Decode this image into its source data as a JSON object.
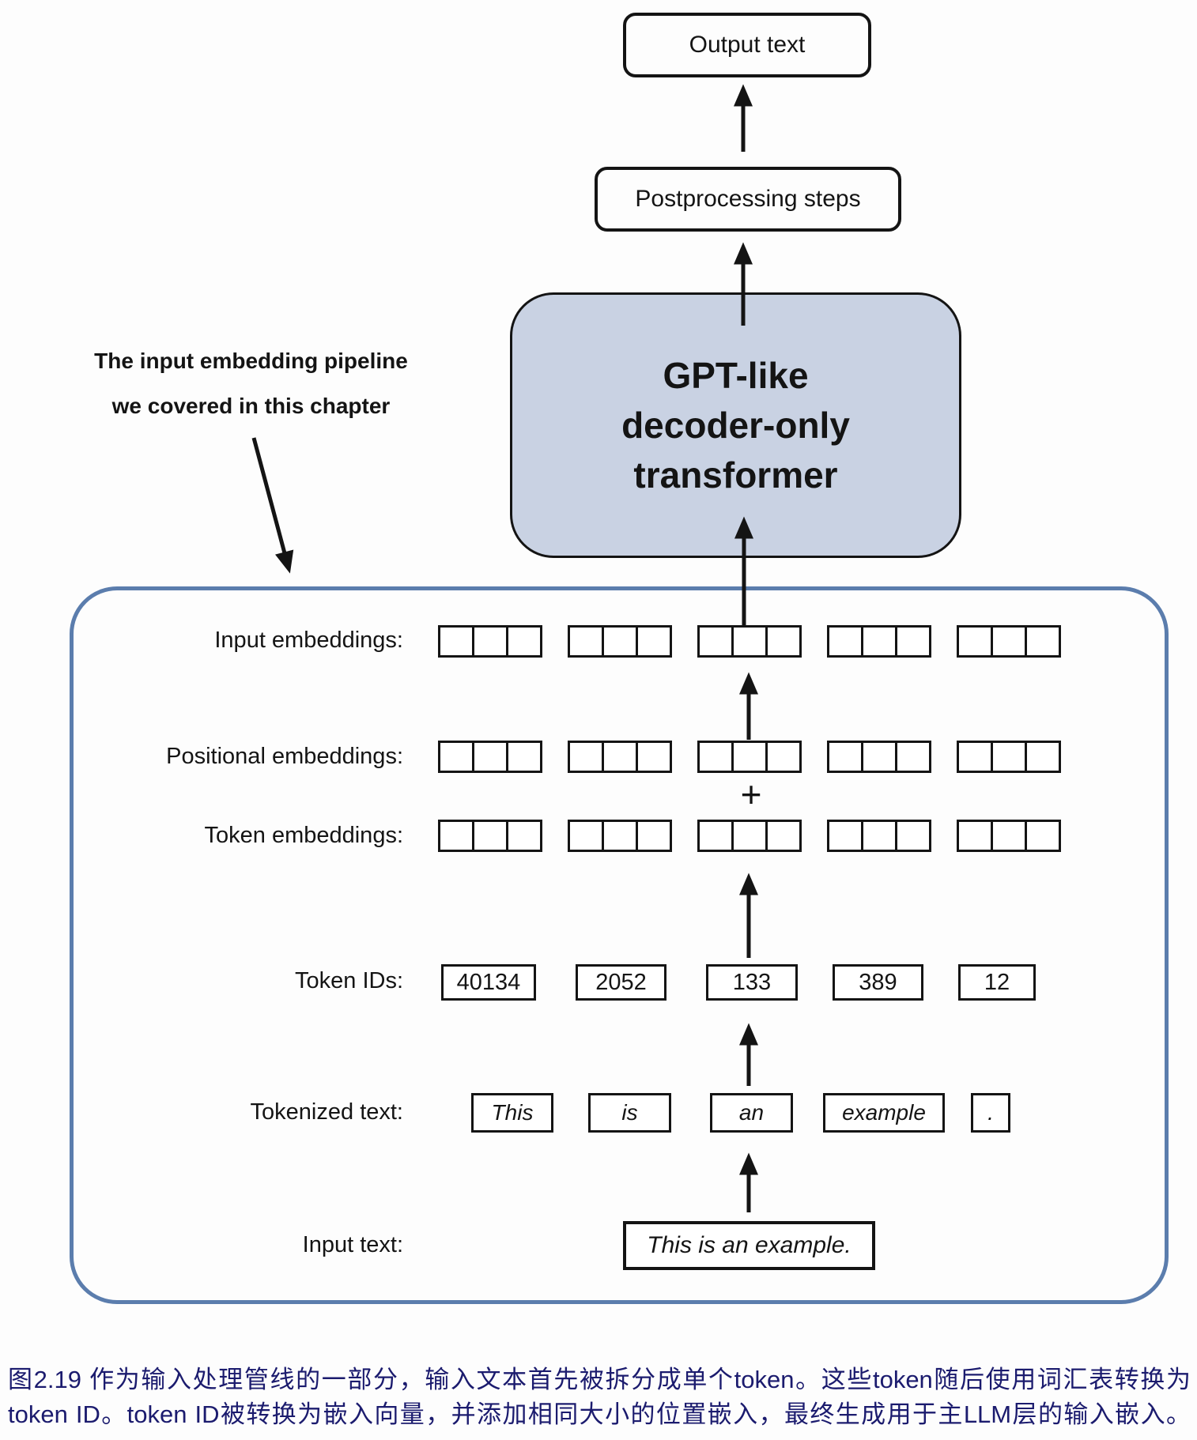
{
  "figure": {
    "flow": {
      "output_text": "Output text",
      "postprocessing": "Postprocessing steps",
      "transformer_line1": "GPT-like",
      "transformer_line2": "decoder-only",
      "transformer_line3": "transformer"
    },
    "annotation": {
      "line1": "The input embedding pipeline",
      "line2": "we covered in this chapter"
    },
    "rows": {
      "input_embeddings_label": "Input embeddings:",
      "positional_embeddings_label": "Positional embeddings:",
      "token_embeddings_label": "Token embeddings:",
      "token_ids_label": "Token IDs:",
      "tokenized_text_label": "Tokenized text:",
      "input_text_label": "Input text:"
    },
    "plus_sign": "+",
    "token_ids": [
      "40134",
      "2052",
      "133",
      "389",
      "12"
    ],
    "tokens": [
      "This",
      "is",
      "an",
      "example",
      "."
    ],
    "input_text_value": "This is an example.",
    "embedding_groups": 5,
    "cells_per_group": 3
  },
  "caption": {
    "line1": "图2.19 作为输入处理管线的一部分，输入文本首先被拆分成单个token。这些token随后使用词汇表转换为",
    "line2": "token ID。token ID被转换为嵌入向量，并添加相同大小的位置嵌入，最终生成用于主LLM层的输入嵌入。"
  },
  "colors": {
    "transformer_fill": "#c9d2e3",
    "pipeline_border": "#5b7dad",
    "caption_text": "#1b1b6e",
    "ink": "#141414"
  }
}
